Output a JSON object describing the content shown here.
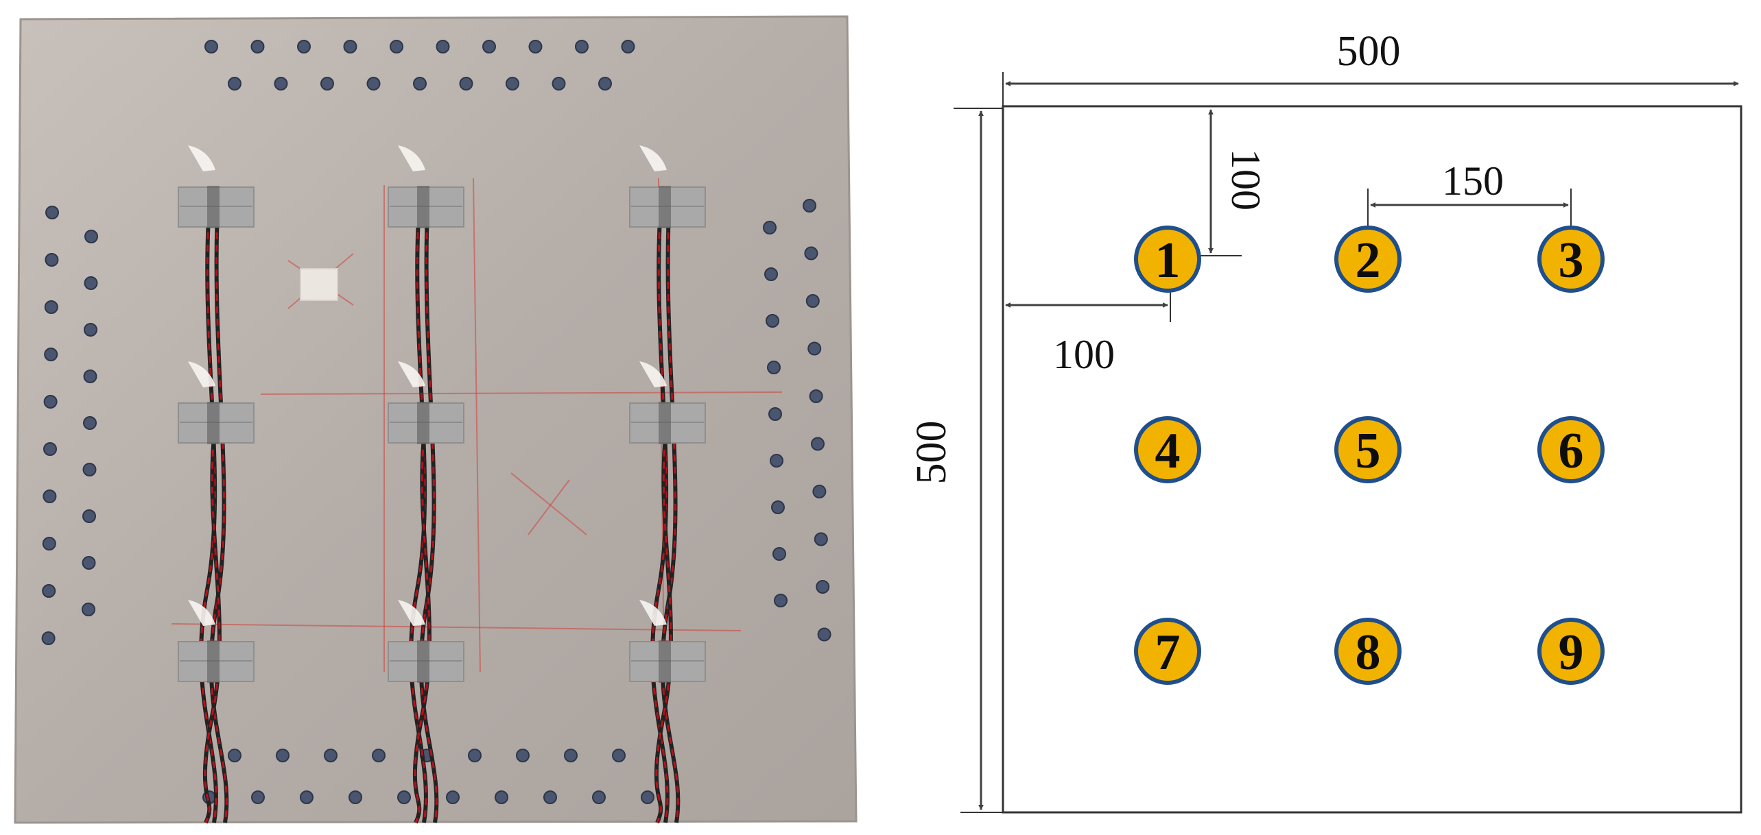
{
  "photo": {
    "description_label": "plate-photo",
    "colors": {
      "plate": "#b9b1ab",
      "plate_edge": "#9c948f",
      "hole": "#4a5670",
      "tape": "#a9a9a9",
      "wire_red": "#b4121c",
      "wire_dark": "#222222",
      "mark": "#d0433c"
    },
    "sensor_grid": {
      "rows": 3,
      "cols": 3
    }
  },
  "diagram": {
    "dimensions": {
      "overall_width": "500",
      "overall_height": "500",
      "top_offset": "100",
      "left_offset": "100",
      "spacing": "150"
    },
    "markers": [
      "1",
      "2",
      "3",
      "4",
      "5",
      "6",
      "7",
      "8",
      "9"
    ],
    "colors": {
      "marker_fill": "#f2b200",
      "marker_stroke": "#1f4f8c",
      "line": "#333333",
      "arrow": "#404040"
    }
  }
}
